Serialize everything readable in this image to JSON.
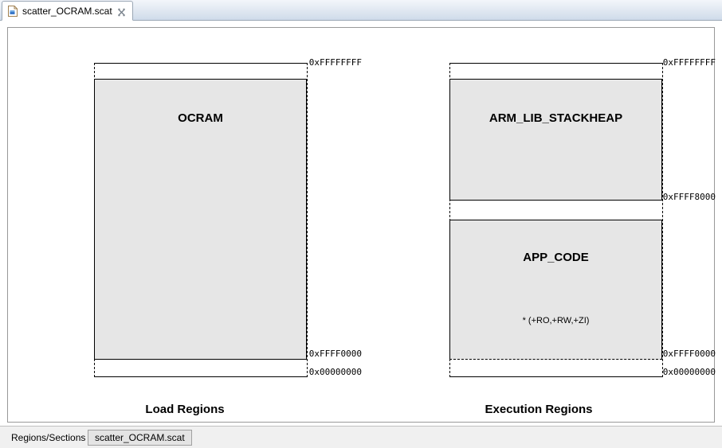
{
  "editor_tab": {
    "title": "scatter_OCRAM.scat",
    "file_icon": "file-icon",
    "close_icon": "close-icon"
  },
  "diagrams": [
    {
      "id": "load-regions",
      "caption": "Load Regions",
      "addresses": [
        {
          "label": "0xFFFFFFFF"
        },
        {
          "label": "0xFFFF0000"
        },
        {
          "label": "0x00000000"
        }
      ],
      "regions": [
        {
          "name": "OCRAM",
          "subtitle": ""
        }
      ]
    },
    {
      "id": "execution-regions",
      "caption": "Execution Regions",
      "addresses": [
        {
          "label": "0xFFFFFFFF"
        },
        {
          "label": "0xFFFF8000"
        },
        {
          "label": "0xFFFF0000"
        },
        {
          "label": "0x00000000"
        }
      ],
      "regions": [
        {
          "name": "ARM_LIB_STACKHEAP",
          "subtitle": ""
        },
        {
          "name": "APP_CODE",
          "subtitle": "* (+RO,+RW,+ZI)"
        }
      ]
    }
  ],
  "bottom_tabs": [
    {
      "label": "Regions/Sections",
      "selected": false
    },
    {
      "label": "scatter_OCRAM.scat",
      "selected": true
    }
  ],
  "colors": {
    "region_fill": "#e6e6e6",
    "outline": "#000000",
    "tab_active_bg": "#ffffff",
    "canvas_bg": "#ffffff"
  }
}
